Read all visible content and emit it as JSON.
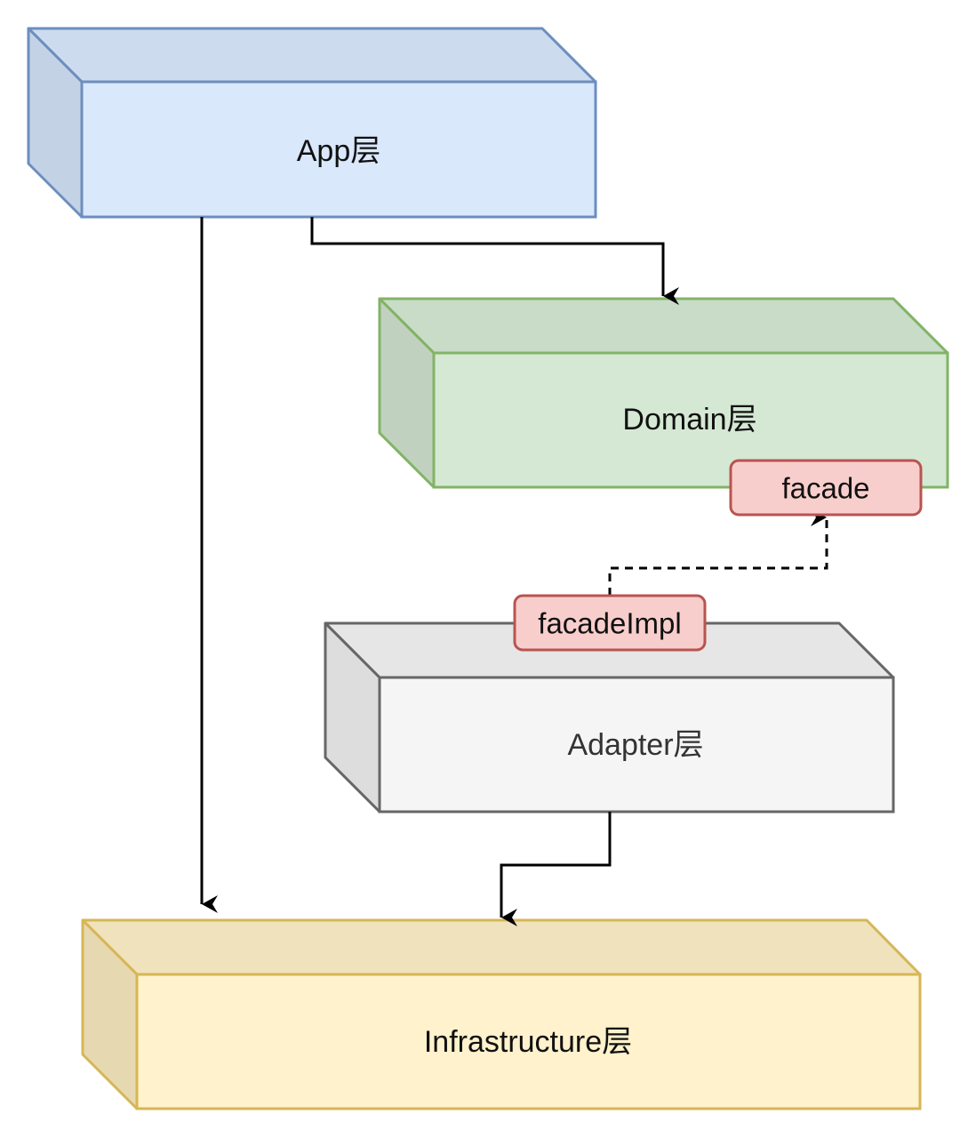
{
  "layers": {
    "app": {
      "label": "App层",
      "front_color": "#dae8fc",
      "top_color": "#cddbef",
      "side_color": "#c4d2e6",
      "stroke": "#6c8ebf"
    },
    "domain": {
      "label": "Domain层",
      "front_color": "#d5e8d4",
      "top_color": "#c9dcc8",
      "side_color": "#c0d2bf",
      "stroke": "#82b366"
    },
    "adapter": {
      "label": "Adapter层",
      "front_color": "#f5f5f5",
      "top_color": "#e6e6e6",
      "side_color": "#dddddd",
      "stroke": "#666666",
      "text_color": "#333333"
    },
    "infrastructure": {
      "label": "Infrastructure层",
      "front_color": "#fff2cc",
      "top_color": "#efe2bd",
      "side_color": "#e6d9b2",
      "stroke": "#d6b656"
    }
  },
  "tags": {
    "facade": {
      "label": "facade",
      "fill": "#f8cecc",
      "stroke": "#b85450"
    },
    "facade_impl": {
      "label": "facadeImpl",
      "fill": "#f8cecc",
      "stroke": "#b85450"
    }
  },
  "connections": [
    {
      "from": "App层",
      "to": "Domain层",
      "style": "solid"
    },
    {
      "from": "App层",
      "to": "Infrastructure层",
      "style": "solid"
    },
    {
      "from": "Adapter层",
      "to": "Infrastructure层",
      "style": "solid"
    },
    {
      "from": "facadeImpl",
      "to": "facade",
      "style": "dashed"
    }
  ]
}
